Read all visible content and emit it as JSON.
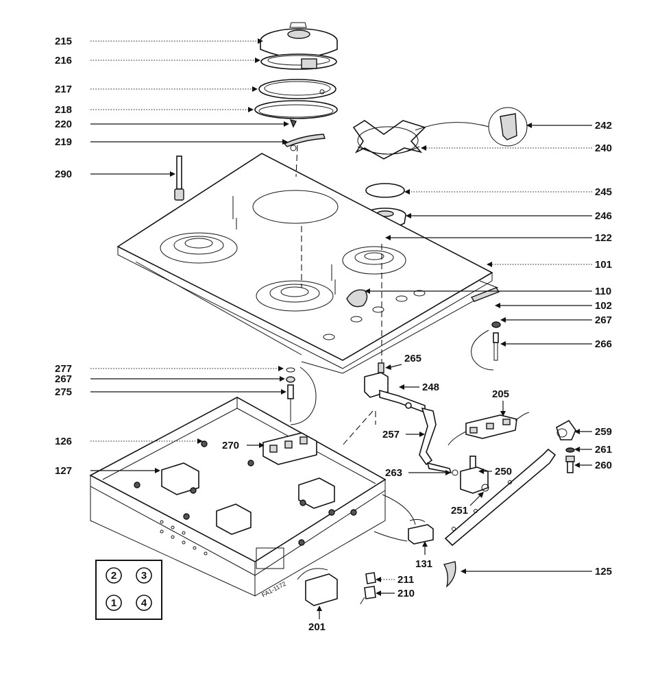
{
  "diagram": {
    "stamp": "FA1-1172",
    "legend": [
      "2",
      "3",
      "1",
      "4"
    ],
    "labels": {
      "l215": "215",
      "l216": "216",
      "l217": "217",
      "l218": "218",
      "l220": "220",
      "l219": "219",
      "l290": "290",
      "l242": "242",
      "l240": "240",
      "l245": "245",
      "l246": "246",
      "l122": "122",
      "l101": "101",
      "l110": "110",
      "l102": "102",
      "l267a": "267",
      "l266": "266",
      "l277": "277",
      "l267b": "267",
      "l275": "275",
      "l265": "265",
      "l248": "248",
      "l205": "205",
      "l126": "126",
      "l270": "270",
      "l257": "257",
      "l259": "259",
      "l261": "261",
      "l260": "260",
      "l127": "127",
      "l263": "263",
      "l250": "250",
      "l251": "251",
      "l131": "131",
      "l125": "125",
      "l211": "211",
      "l210": "210",
      "l201": "201"
    }
  }
}
